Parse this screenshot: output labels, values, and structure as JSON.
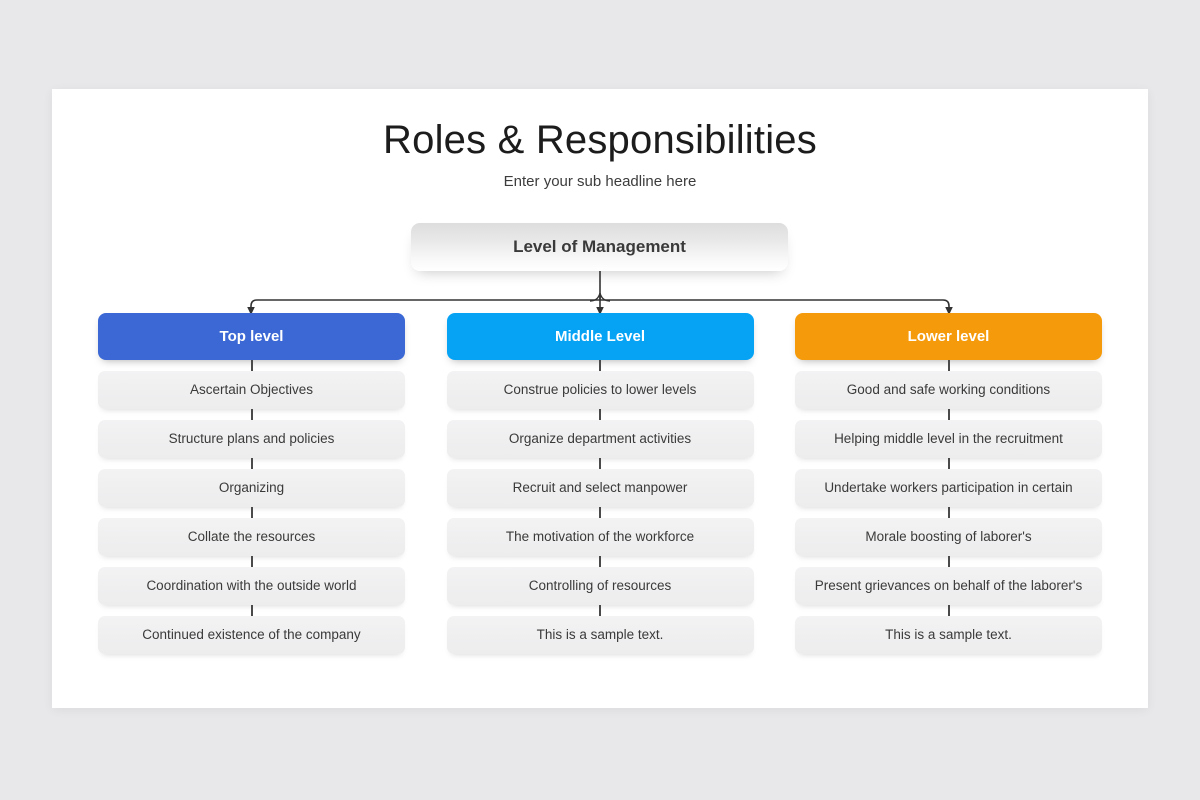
{
  "slide": {
    "title": "Roles & Responsibilities",
    "subtitle": "Enter your sub headline here",
    "root": {
      "label": "Level of Management"
    },
    "colors": {
      "background": "#e8e8ea",
      "card": "#ffffff",
      "top_level": "#3b68d4",
      "middle_level": "#06a3f5",
      "lower_level": "#f59b0b",
      "item_pill": "#f0f0f1",
      "connector": "#333333",
      "title_text": "#1c1c1c"
    },
    "columns": [
      {
        "header": "Top level",
        "color": "#3b68d4",
        "items": [
          "Ascertain Objectives",
          "Structure plans and policies",
          "Organizing",
          "Collate the resources",
          "Coordination with the outside world",
          "Continued existence of the company"
        ]
      },
      {
        "header": "Middle Level",
        "color": "#06a3f5",
        "items": [
          "Construe policies to lower levels",
          "Organize department activities",
          "Recruit and select manpower",
          "The motivation of the workforce",
          "Controlling of resources",
          "This is a sample text."
        ]
      },
      {
        "header": "Lower level",
        "color": "#f59b0b",
        "items": [
          "Good and safe working conditions",
          "Helping middle level in the recruitment",
          "Undertake workers participation in certain",
          "Morale boosting of laborer's",
          "Present grievances on behalf of the laborer's",
          "This is a sample text."
        ]
      }
    ]
  }
}
